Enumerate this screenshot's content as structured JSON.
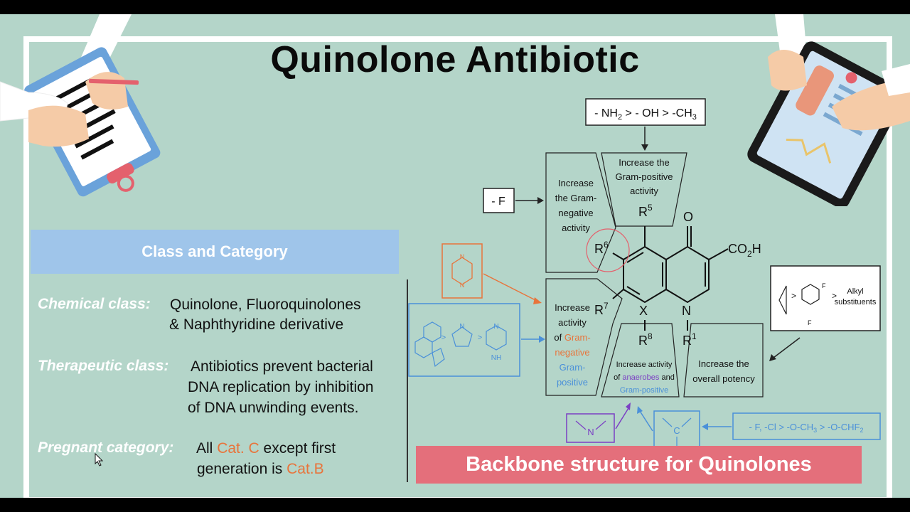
{
  "title": "Quinolone Antibiotic",
  "class_section": {
    "header": "Class and Category",
    "chemical": {
      "label": "Chemical class:",
      "line1": "Quinolone, Fluoroquinolones",
      "line2": "& Naphthyridine derivative"
    },
    "therapeutic": {
      "label": "Therapeutic class:",
      "line1": "Antibiotics prevent bacterial",
      "line2": "DNA replication by inhibition",
      "line3": "of DNA unwinding events."
    },
    "pregnant": {
      "label": "Pregnant category:",
      "line1_a": "All ",
      "line1_b": "Cat. C",
      "line1_c": " except first",
      "line2_a": "generation is ",
      "line2_b": "Cat.B"
    }
  },
  "backbone_banner": "Backbone structure for Quinolones",
  "diagram": {
    "top_box": {
      "a": "- NH",
      "a_sub": "2",
      "b": " > - OH > -CH",
      "b_sub": "3"
    },
    "fluoro_box": "- F",
    "r5_panel": [
      "Increase the",
      "Gram-positive",
      "activity"
    ],
    "r6_panel": [
      "Increase",
      "the Gram-",
      "negative",
      "activity"
    ],
    "r7_panel": {
      "l1": "Increase",
      "l2": "activity",
      "l3a": "of ",
      "l3b": "Gram-",
      "l4": "negative",
      "l5": "Gram-",
      "l6": "positive"
    },
    "r8_panel": {
      "l1": "Increase activity",
      "l2a": "of ",
      "l2b": "anaerobes",
      "l2c": " and",
      "l3": "Gram-positive"
    },
    "r1_panel": [
      "Increase the",
      "overall potency"
    ],
    "r1_box": {
      "gt": ">",
      "f_top": "F",
      "f_bottom": "F",
      "gt2": ">",
      "alkyl1": "Alkyl",
      "alkyl2": "substituents"
    },
    "r8_box": "- F, -Cl > -O-CH3 > -O-CHF2",
    "r8_box_parts": {
      "a": "- F, -Cl > -O-CH",
      "a_sub": "3",
      "b": " > -O-CHF",
      "b_sub": "2"
    },
    "core_labels": {
      "r5": "R",
      "r5_sup": "5",
      "r6": "R",
      "r6_sup": "6",
      "r7": "R",
      "r7_sup": "7",
      "r8": "R",
      "r8_sup": "8",
      "r1": "R",
      "r1_sup": "1",
      "x": "X",
      "n": "N",
      "o": "O",
      "co2h": "CO",
      "co2h_sub": "2",
      "co2h_h": "H"
    },
    "small_labels": {
      "n_pip_top": "N",
      "n_pip_bottom": "N",
      "gt_a": ">",
      "gt_b": ">",
      "n_pyr": "N",
      "n_pz1": "N",
      "n_pz2": "NH",
      "n_imine": "N",
      "c_alkene": "C"
    }
  },
  "colors": {
    "background": "#b4d5c9",
    "header_blue": "#9fc5ea",
    "banner_red": "#e46f7b",
    "orange": "#e8743b",
    "blue": "#4a90d9",
    "purple": "#7b3fc4"
  }
}
